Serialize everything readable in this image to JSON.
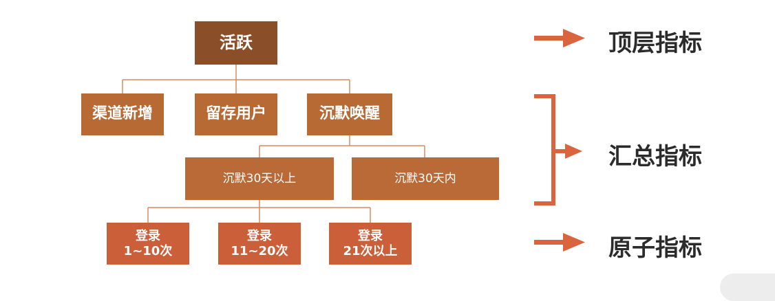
{
  "nodes": {
    "active": "活跃",
    "channel_new": "渠道新增",
    "retained": "留存用户",
    "silent_wake": "沉默唤醒",
    "silent_30_plus": "沉默30天以上",
    "silent_30_within": "沉默30天内",
    "login_1_10": "登录\n1~10次",
    "login_11_20": "登录\n11~20次",
    "login_21_plus": "登录\n21次以上"
  },
  "legend": {
    "top": "顶层指标",
    "summary": "汇总指标",
    "atomic": "原子指标"
  },
  "colors": {
    "level0": "#8a4f29",
    "level1": "#b86a35",
    "level2": "#ba6a36",
    "level3": "#ca5f39",
    "arrow": "#d9643d",
    "connector": "#d88a5e"
  }
}
